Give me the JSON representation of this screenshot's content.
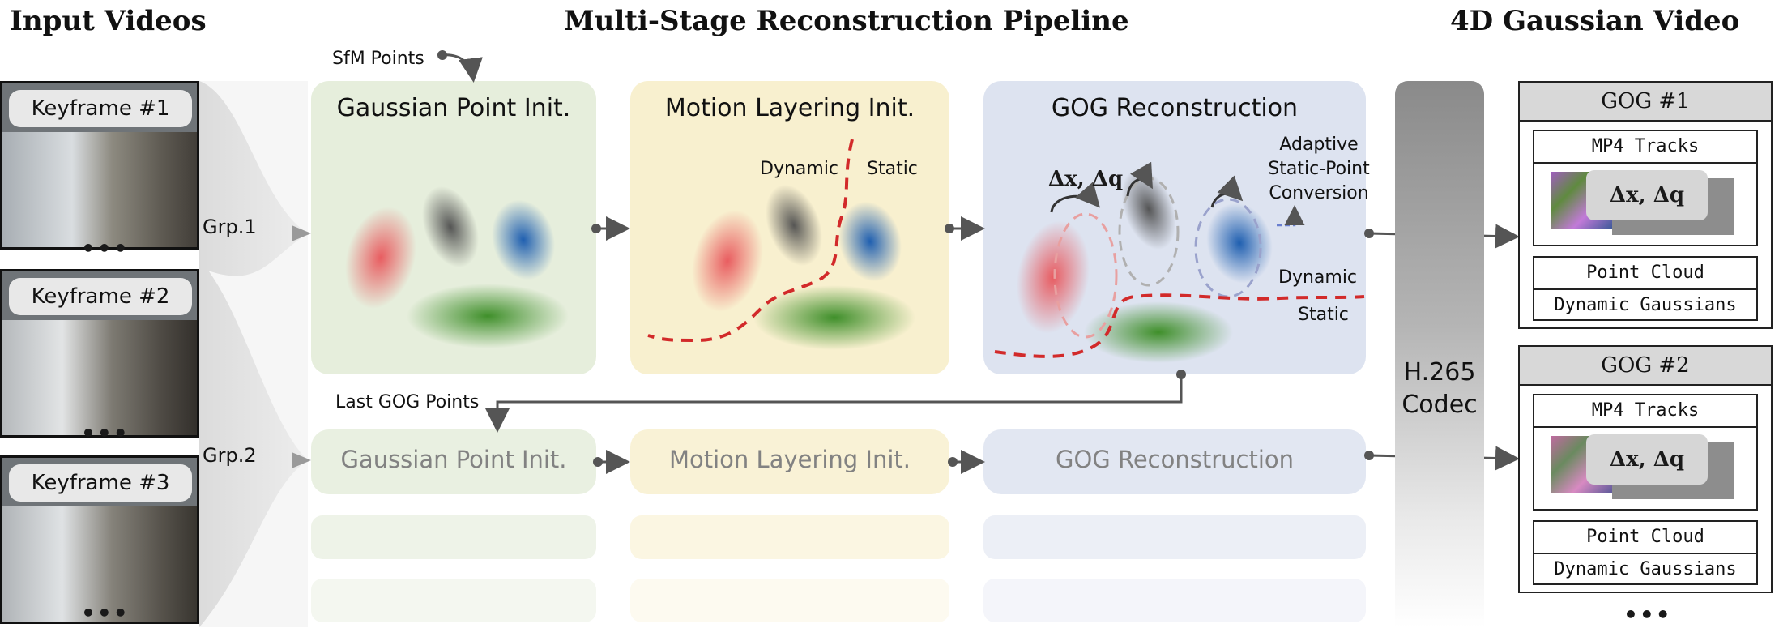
{
  "headers": {
    "input": "Input Videos",
    "pipeline": "Multi-Stage Reconstruction Pipeline",
    "output": "4D Gaussian Video"
  },
  "keyframes": [
    {
      "label": "Keyframe #1"
    },
    {
      "label": "Keyframe #2"
    },
    {
      "label": "Keyframe #3"
    }
  ],
  "ellipsis": "•••",
  "groups": {
    "grp1": "Grp.1",
    "grp2": "Grp.2"
  },
  "annotations": {
    "sfm_points": "SfM Points",
    "last_gog_points": "Last GOG Points",
    "dynamic": "Dynamic",
    "static": "Static",
    "delta_xq": "Δx, Δq",
    "adaptive": [
      "Adaptive",
      "Static-Point",
      "Conversion"
    ]
  },
  "stages": {
    "gaussian_init": "Gaussian Point Init.",
    "motion_layering": "Motion Layering Init.",
    "gog_reconstruction": "GOG Reconstruction"
  },
  "codec": {
    "line1": "H.265",
    "line2": "Codec"
  },
  "gog_outputs": [
    {
      "title": "GOG #1",
      "tracks": "MP4 Tracks",
      "delta": "Δx, Δq",
      "point_cloud": "Point Cloud",
      "dynamic_gaussians": "Dynamic Gaussians"
    },
    {
      "title": "GOG #2",
      "tracks": "MP4 Tracks",
      "delta": "Δx, Δq",
      "point_cloud": "Point Cloud",
      "dynamic_gaussians": "Dynamic Gaussians"
    }
  ],
  "colors": {
    "green_stage": "#e6eedc",
    "yellow_stage": "#f8f0cf",
    "blue_stage": "#dde3f0",
    "red_blob": "#e8555a",
    "gray_blob": "#555555",
    "blue_blob": "#1f5fb0",
    "green_blob": "#3f8f2a",
    "dashed_red": "#d22a2a"
  }
}
